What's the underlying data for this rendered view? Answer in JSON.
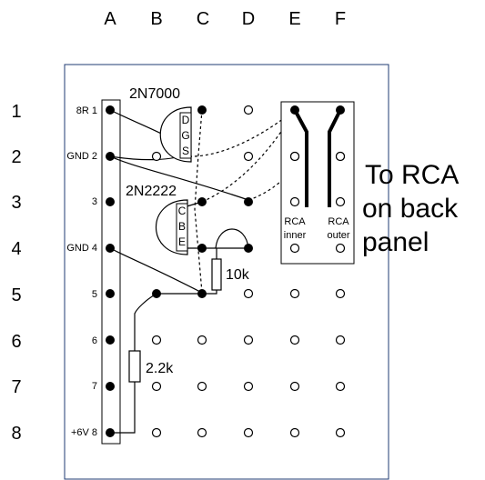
{
  "columns": [
    "A",
    "B",
    "C",
    "D",
    "E",
    "F"
  ],
  "rows": [
    "1",
    "2",
    "3",
    "4",
    "5",
    "6",
    "7",
    "8"
  ],
  "strip_labels": [
    "8R 1",
    "GND 2",
    "3",
    "GND 4",
    "5",
    "6",
    "7",
    "+6V 8"
  ],
  "transistor_top": {
    "name": "2N7000",
    "pins": [
      "D",
      "G",
      "S"
    ]
  },
  "transistor_bottom": {
    "name": "2N2222",
    "pins": [
      "C",
      "B",
      "E"
    ]
  },
  "resistor_right": "10k",
  "resistor_left": "2.2k",
  "rca": {
    "inner": [
      "RCA",
      "inner"
    ],
    "outer": [
      "RCA",
      "outer"
    ]
  },
  "note_lines": [
    "To RCA",
    "on back",
    "panel"
  ]
}
